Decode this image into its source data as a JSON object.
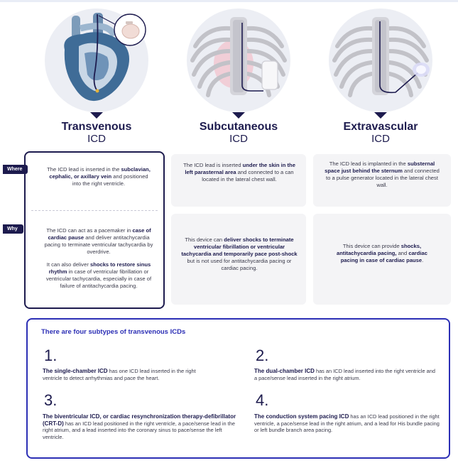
{
  "columns": [
    {
      "title": "Transvenous",
      "subtitle": "ICD"
    },
    {
      "title": "Subcutaneous",
      "subtitle": "ICD"
    },
    {
      "title": "Extravascular",
      "subtitle": "ICD"
    }
  ],
  "rows": {
    "where_label": "Where",
    "why_label": "Why"
  },
  "where": {
    "transvenous": {
      "t1": "The ICD lead is inserted in the ",
      "b1": "subclavian, cephalic, or axillary vein",
      "t2": " and positioned into the right ventricle."
    },
    "subcutaneous": {
      "t1": "The ICD lead is inserted ",
      "b1": "under the skin in the left parasternal area",
      "t2": " and connected to a can located in the lateral chest wall."
    },
    "extravascular": {
      "t1": "The ICD lead is implanted in the ",
      "b1": "substernal space just behind the sternum",
      "t2": " and connected to a pulse generator located in the lateral chest wall."
    }
  },
  "why": {
    "transvenous": {
      "p1_t1": "The ICD can act as a pacemaker in ",
      "p1_b1": "case of cardiac pause",
      "p1_t2": " and deliver antitachycardia pacing to terminate ventricular tachycardia by overdrive.",
      "p2_t1": "It can also deliver ",
      "p2_b1": "shocks to restore sinus rhythm",
      "p2_t2": " in case of ventricular fibrillation or ventricular tachycardia, especially in case of failure of antitachycardia pacing."
    },
    "subcutaneous": {
      "t1": "This device can ",
      "b1": "deliver shocks to terminate ventricular fibrillation or ventricular tachycardia and temporarily pace post-shock",
      "t2": " but is not used for antitachycardia pacing or cardiac pacing."
    },
    "extravascular": {
      "t1": "This device can provide ",
      "b1": "shocks, antitachycardia pacing,",
      "t2": " and ",
      "b2": "cardiac pacing in case of cardiac pause",
      "t3": "."
    }
  },
  "subtypes": {
    "title": "There are four subtypes of transvenous ICDs",
    "items": [
      {
        "number": "1.",
        "bold": "The single-chamber ICD",
        "text": " has one ICD lead inserted in the right ventricle to detect arrhythmias and pace the heart."
      },
      {
        "number": "2.",
        "bold": "The dual-chamber ICD",
        "text": " has an ICD lead inserted into the right ventricle and a pace/sense lead inserted in the right atrium."
      },
      {
        "number": "3.",
        "bold": "The biventricular ICD, or cardiac resynchronization therapy-defibrillator (CRT-D)",
        "text": " has an ICD lead positioned in the right ventricle, a pace/sense lead in the right atrium, and a lead inserted into the coronary sinus to pace/sense the left ventricle."
      },
      {
        "number": "4.",
        "bold": "The conduction system pacing ICD",
        "text": " has an ICD lead positioned in the right ventricle, a pace/sense lead in the right atrium, and a lead for His bundle pacing or left bundle branch area pacing."
      }
    ]
  },
  "icons": [
    "heart-illustration",
    "ribcage-illustration",
    "icd-device-icon"
  ],
  "colors": {
    "navy": "#1d1b4e",
    "accent_blue": "#2c2fb5",
    "card_gray": "#f4f4f6",
    "heart_blue": "#3f6c97"
  }
}
